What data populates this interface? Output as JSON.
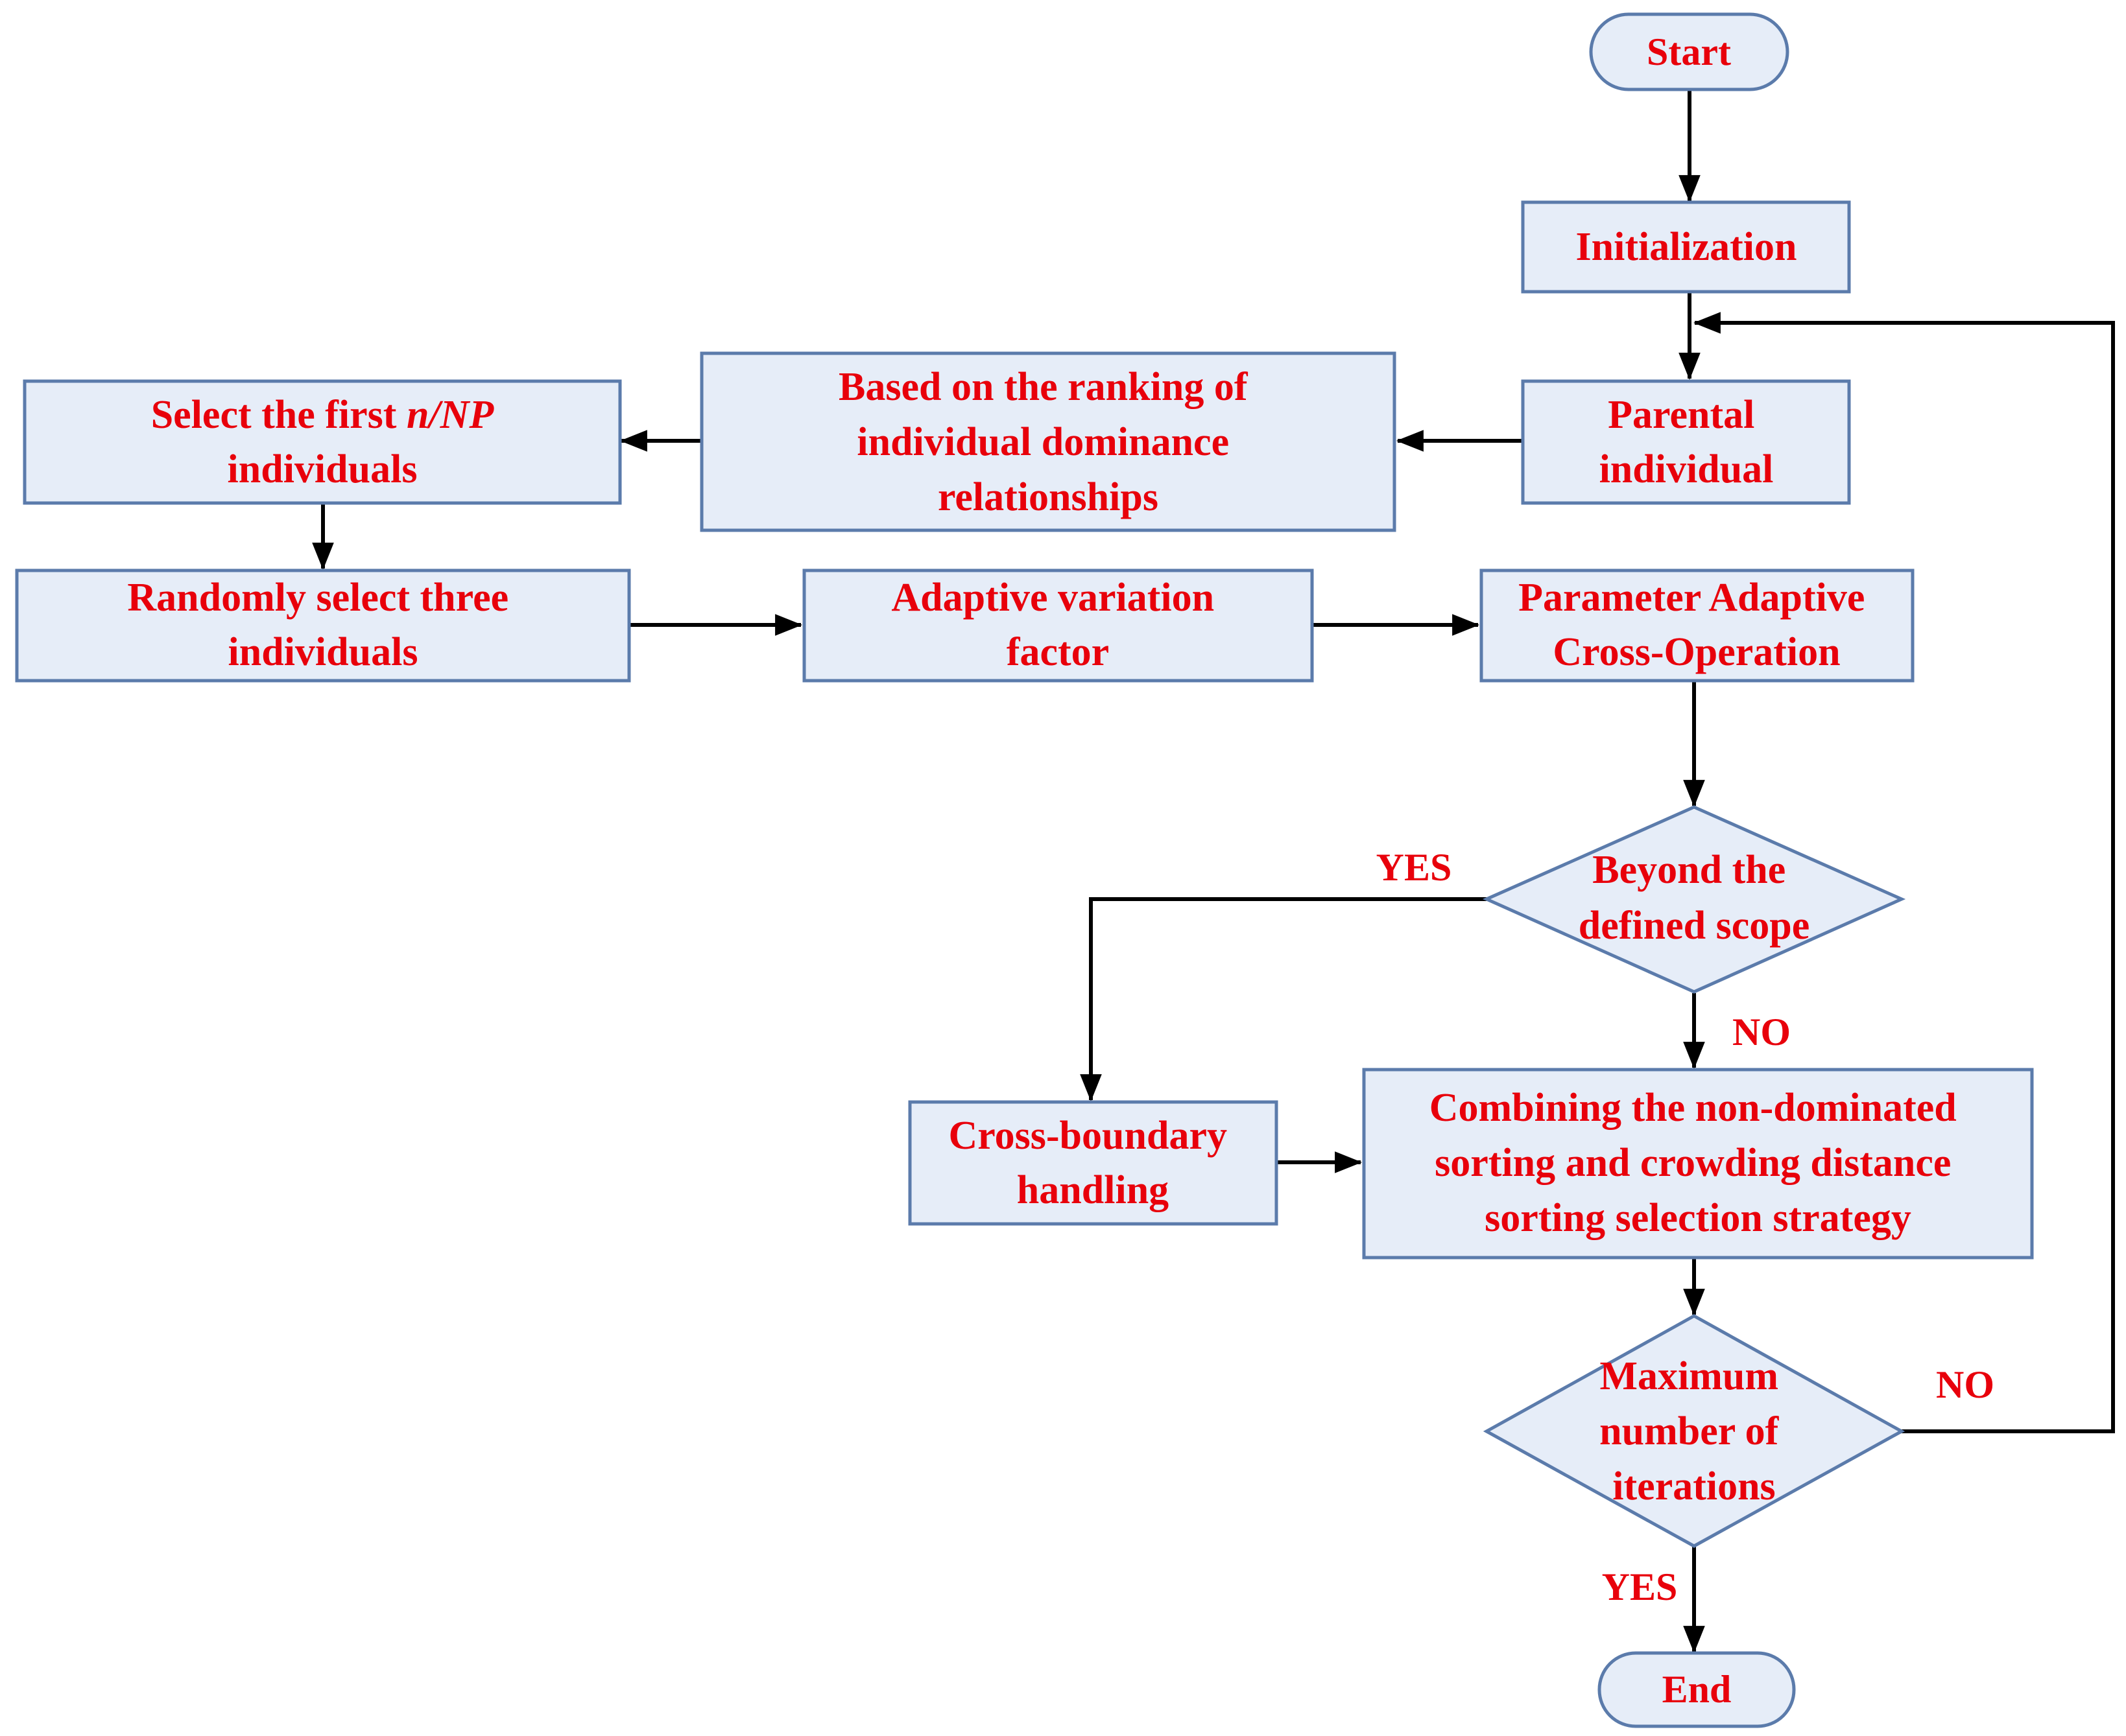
{
  "colors": {
    "box_fill": "#e6edf8",
    "box_border": "#5b7bab",
    "text": "#e8000b",
    "arrow": "#000000"
  },
  "nodes": {
    "start": {
      "lines": [
        "Start"
      ]
    },
    "init": {
      "lines": [
        "Initialization"
      ]
    },
    "parent": {
      "lines": [
        "Parental",
        "individual"
      ]
    },
    "ranking": {
      "lines": [
        "Based on the ranking of",
        "individual dominance",
        "relationships"
      ]
    },
    "select_first": {
      "line1_plain": "Select the first ",
      "line1_italic": "n/NP",
      "line2": "individuals"
    },
    "random3": {
      "lines": [
        "Randomly select three",
        "individuals"
      ]
    },
    "adaptive_var": {
      "lines": [
        "Adaptive variation",
        "factor"
      ]
    },
    "param_cross": {
      "lines": [
        "Parameter Adaptive",
        "Cross-Operation"
      ]
    },
    "beyond": {
      "lines": [
        "Beyond the",
        "defined scope"
      ]
    },
    "cross_boundary": {
      "lines": [
        "Cross-boundary",
        "handling"
      ]
    },
    "combining": {
      "lines": [
        "Combining the non-dominated",
        "sorting and crowding distance",
        "sorting selection strategy"
      ]
    },
    "max_iter": {
      "lines": [
        "Maximum",
        "number of",
        "iterations"
      ]
    },
    "end": {
      "lines": [
        "End"
      ]
    }
  },
  "edge_labels": {
    "beyond_yes": "YES",
    "beyond_no": "NO",
    "max_no": "NO",
    "max_yes": "YES"
  }
}
